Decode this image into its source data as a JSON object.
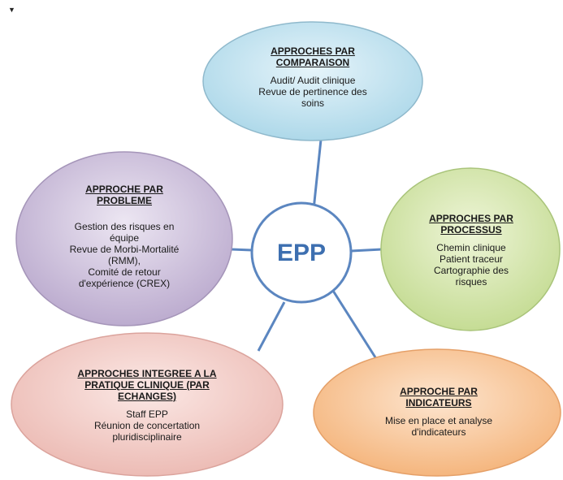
{
  "center": {
    "label": "EPP"
  },
  "corner_icon": "pin-icon",
  "colors": {
    "connector": "#5b86c0",
    "center_stroke": "#5b86c0",
    "comparaison_fill": "#cde9f3",
    "processus_fill": "#dceab8",
    "indicateurs_fill": "#f9cfa4",
    "echanges_fill": "#f5d2cd",
    "probleme_fill": "#d4c8e0"
  },
  "nodes": {
    "comparaison": {
      "title": [
        "APPROCHES PAR",
        "COMPARAISON"
      ],
      "items": [
        "Audit/ Audit clinique",
        "Revue de pertinence des",
        "soins"
      ]
    },
    "processus": {
      "title": [
        "APPROCHES PAR",
        "PROCESSUS"
      ],
      "items": [
        "Chemin clinique",
        "Patient traceur",
        "Cartographie des",
        "risques"
      ]
    },
    "indicateurs": {
      "title": [
        "APPROCHE PAR",
        "INDICATEURS"
      ],
      "items": [
        "Mise en place et analyse",
        "d'indicateurs"
      ]
    },
    "echanges": {
      "title": [
        "APPROCHES INTEGREE A LA",
        "PRATIQUE CLINIQUE (PAR",
        "ECHANGES)"
      ],
      "items": [
        "Staff EPP",
        "Réunion de concertation",
        "pluridisciplinaire"
      ]
    },
    "probleme": {
      "title": [
        "APPROCHE PAR",
        "PROBLEME"
      ],
      "items": [
        "Gestion des risques  en",
        "équipe",
        "Revue de Morbi-Mortalité",
        "(RMM),",
        "Comité de retour",
        "d'expérience (CREX)"
      ]
    }
  }
}
